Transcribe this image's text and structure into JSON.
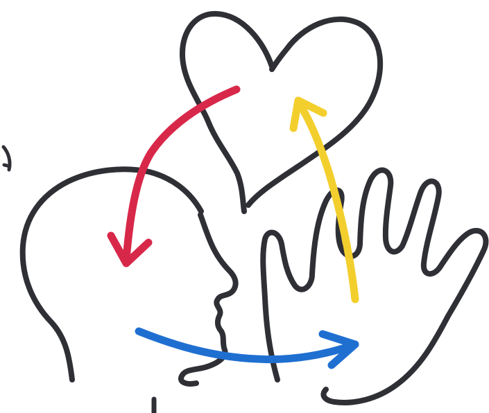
{
  "illustration": {
    "subjects": [
      "heart-icon",
      "head-profile-icon",
      "open-hand-icon"
    ],
    "arrows": [
      {
        "name": "red-arrow-icon",
        "from": "heart",
        "to": "head"
      },
      {
        "name": "blue-arrow-icon",
        "from": "head",
        "to": "hand"
      },
      {
        "name": "yellow-arrow-icon",
        "from": "hand",
        "to": "heart"
      }
    ]
  },
  "colors": {
    "background": "#ffffff",
    "outline": "#2f2f36",
    "red_arrow": "#d8284a",
    "blue_arrow": "#1f6fd1",
    "yellow_arrow": "#f3cf2d"
  }
}
